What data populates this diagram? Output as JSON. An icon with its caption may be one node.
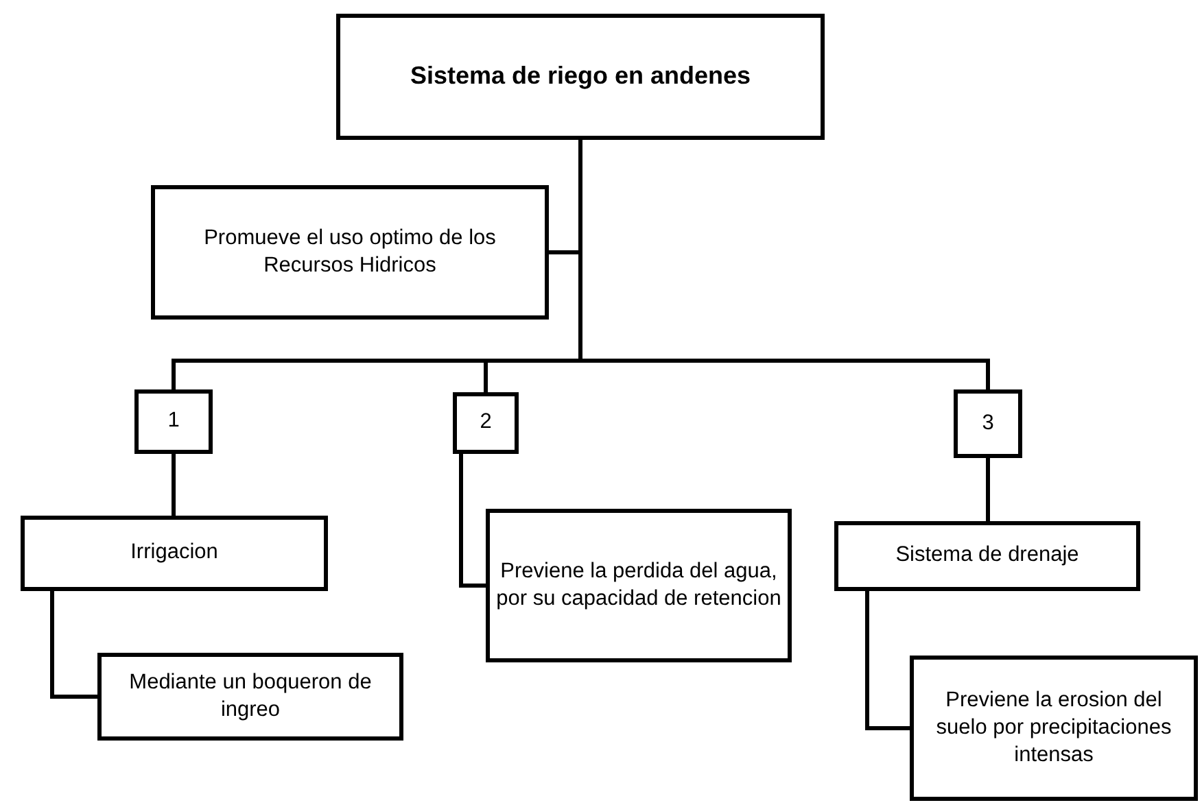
{
  "diagram": {
    "nodes": [
      {
        "text": [
          "Sistema de riego en andenes"
        ]
      },
      {
        "text": [
          "Promueve el uso optimo de los Recursos Hidricos"
        ]
      },
      {
        "text": [
          "1"
        ]
      },
      {
        "text": [
          "2"
        ]
      },
      {
        "text": [
          "3"
        ]
      },
      {
        "text": [
          "Irrigacion"
        ]
      },
      {
        "text": [
          "Mediante un boqueron de ingreo"
        ]
      },
      {
        "text": [
          "Previene la perdida del agua, por su capacidad de retencion"
        ]
      },
      {
        "text": [
          "Sistema de drenaje"
        ]
      },
      {
        "text": [
          "Previene la erosion del suelo por precipitaciones intensas"
        ]
      }
    ],
    "edges": [
      {
        "from": 0,
        "to": 1,
        "arrow": "none"
      },
      {
        "from": 0,
        "to": 2,
        "arrow": "none"
      },
      {
        "from": 0,
        "to": 3,
        "arrow": "none"
      },
      {
        "from": 0,
        "to": 4,
        "arrow": "none"
      },
      {
        "from": 2,
        "to": 5,
        "arrow": "none"
      },
      {
        "from": 5,
        "to": 6,
        "arrow": "none"
      },
      {
        "from": 3,
        "to": 7,
        "arrow": "none"
      },
      {
        "from": 4,
        "to": 8,
        "arrow": "none"
      },
      {
        "from": 8,
        "to": 9,
        "arrow": "none"
      }
    ]
  }
}
